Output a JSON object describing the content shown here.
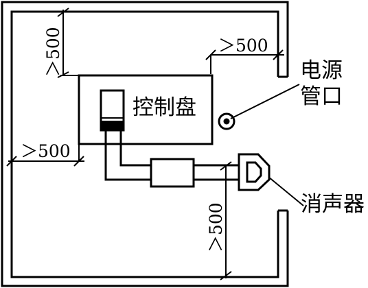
{
  "labels": {
    "control_panel": "控制盘",
    "power_inlet_line1": "电源",
    "power_inlet_line2": "管口",
    "silencer": "消声器"
  },
  "dimensions": {
    "top_left": "＞500",
    "top_right": "＞500",
    "left": "＞500",
    "bottom": "＞500"
  },
  "colors": {
    "line": "#000000",
    "background": "#ffffff"
  }
}
